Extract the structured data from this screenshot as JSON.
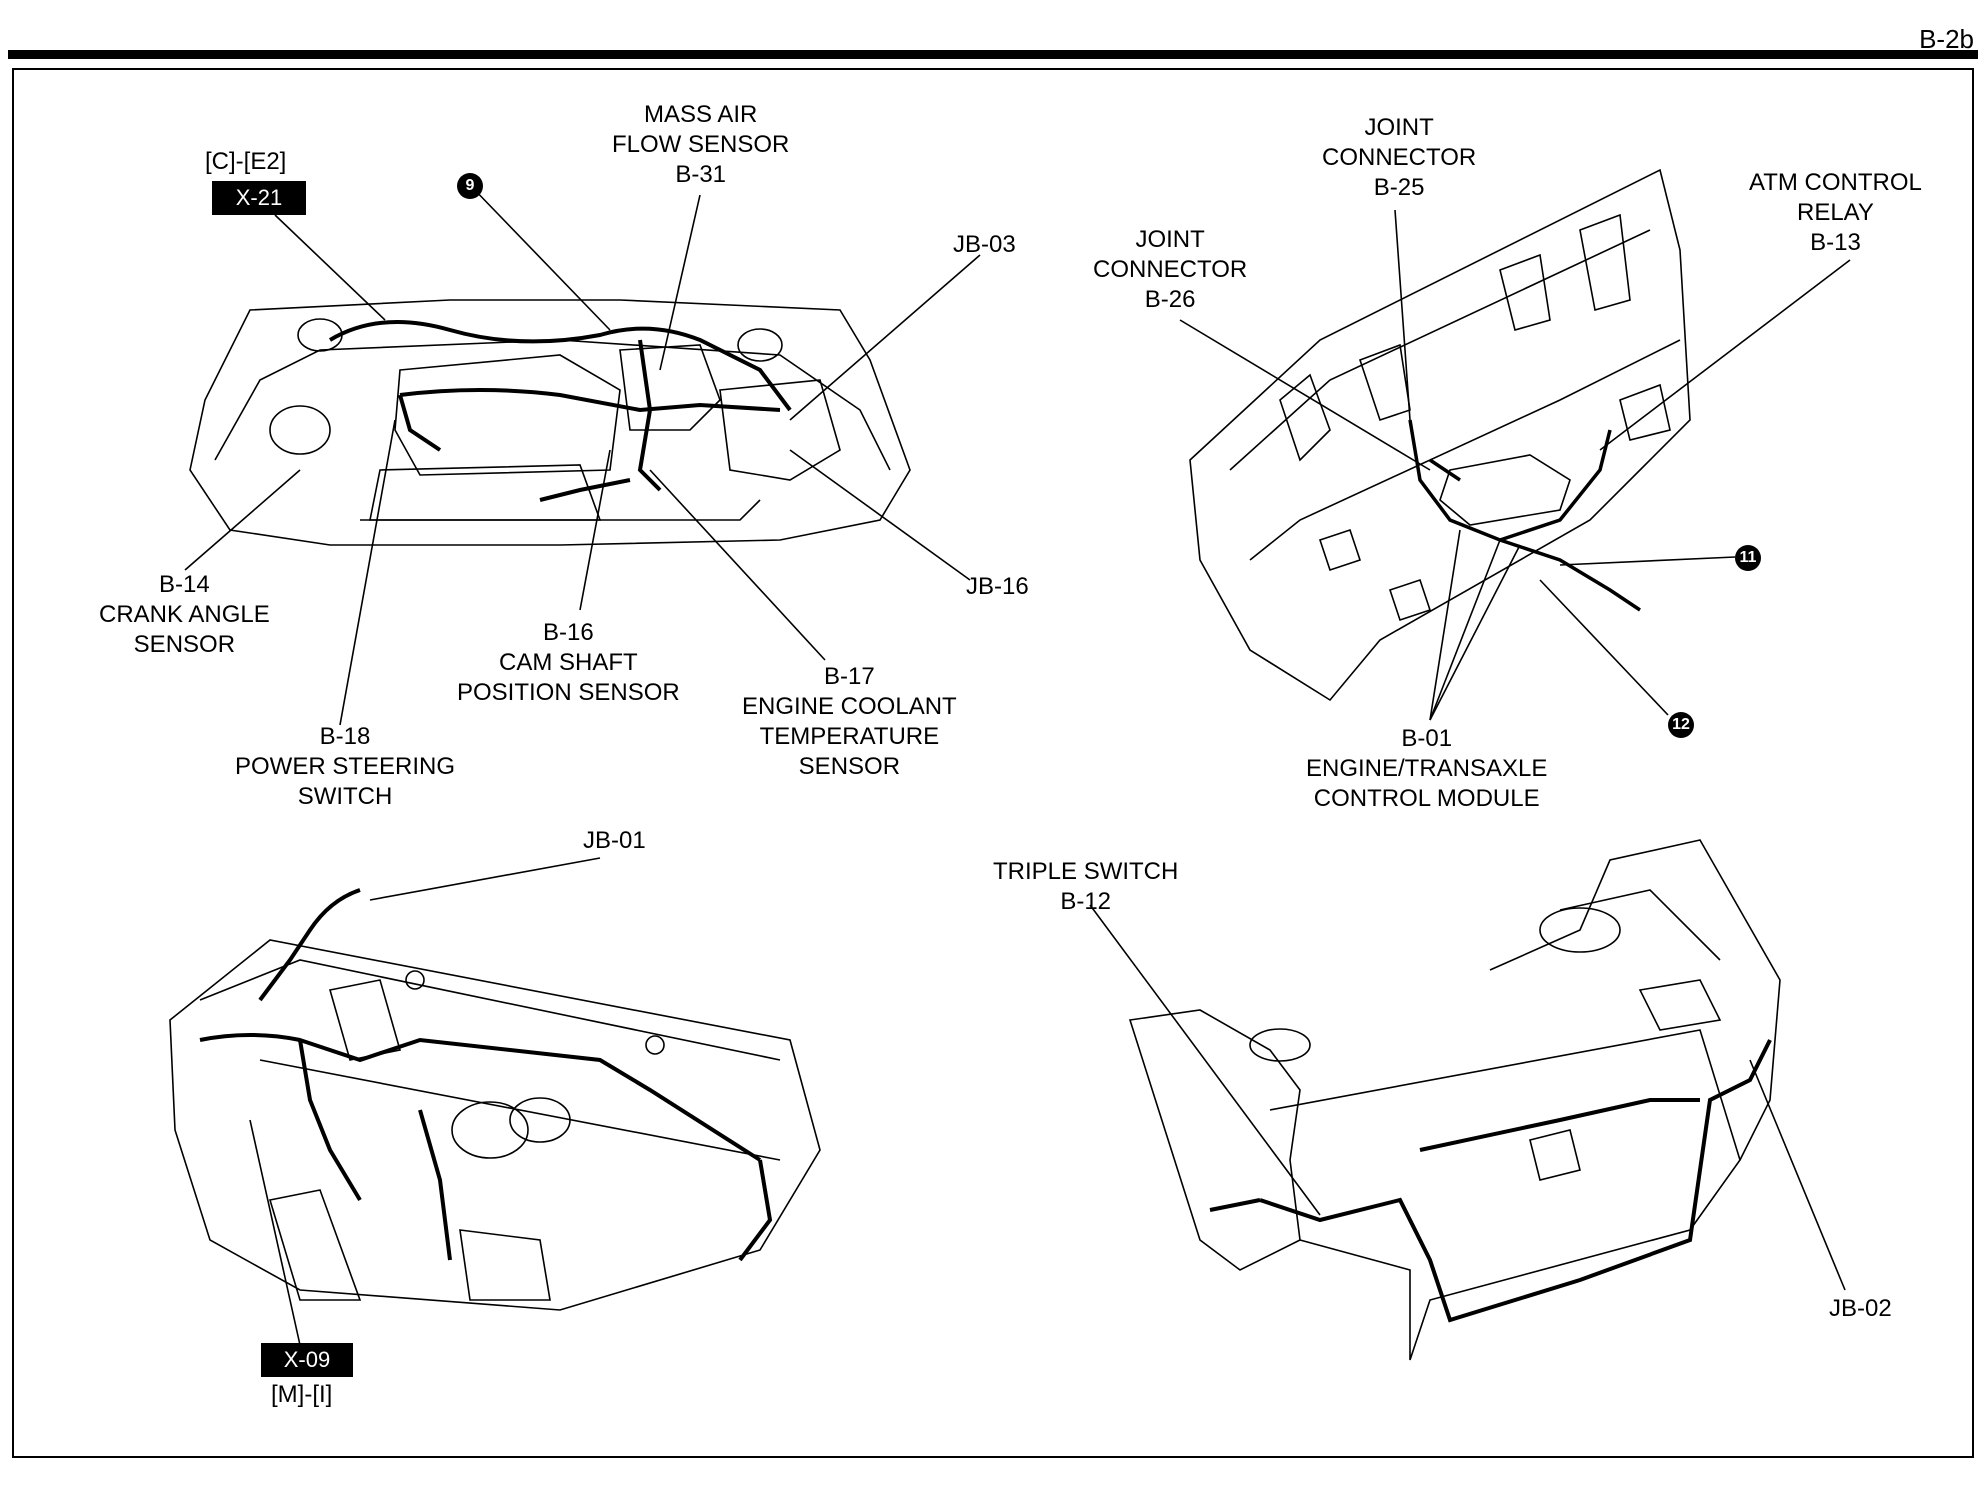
{
  "page_code": "B-2b",
  "refs": {
    "c_e2": "[C]-[E2]",
    "x21": "X-21",
    "x09": "X-09",
    "m_i": "[M]-[I]"
  },
  "badges": {
    "b9": "9",
    "b11": "11",
    "b12": "12"
  },
  "engine_bay": {
    "maf": [
      "MASS AIR",
      "FLOW SENSOR",
      "B-31"
    ],
    "jb03": "JB-03",
    "jb16": "JB-16",
    "b14": [
      "B-14",
      "CRANK ANGLE",
      "SENSOR"
    ],
    "b16": [
      "B-16",
      "CAM SHAFT",
      "POSITION SENSOR"
    ],
    "b17": [
      "B-17",
      "ENGINE COOLANT",
      "TEMPERATURE",
      "SENSOR"
    ],
    "b18": [
      "B-18",
      "POWER STEERING",
      "SWITCH"
    ]
  },
  "firewall": {
    "b25": [
      "JOINT",
      "CONNECTOR",
      "B-25"
    ],
    "b26": [
      "JOINT",
      "CONNECTOR",
      "B-26"
    ],
    "b13": [
      "ATM CONTROL",
      "RELAY",
      "B-13"
    ],
    "b01": [
      "B-01",
      "ENGINE/TRANSAXLE",
      "CONTROL MODULE"
    ]
  },
  "dashboard": {
    "jb01": "JB-01"
  },
  "rear": {
    "b12": [
      "TRIPLE SWITCH",
      "B-12"
    ],
    "jb02": "JB-02"
  }
}
